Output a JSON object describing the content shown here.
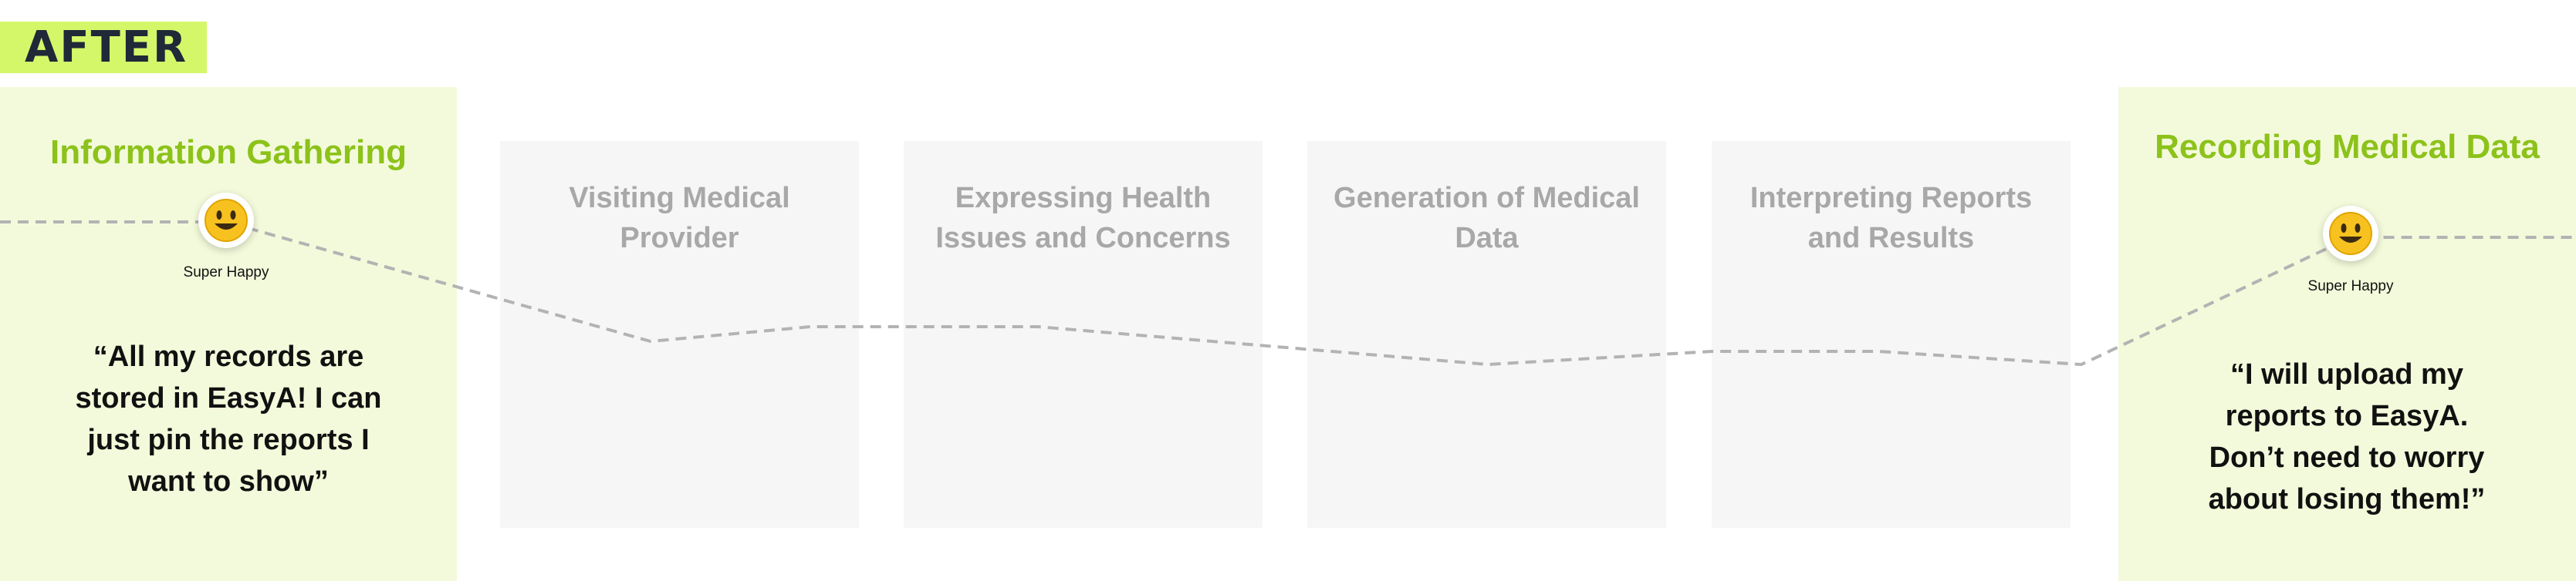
{
  "header": {
    "tag": "AFTER"
  },
  "left_panel": {
    "title": "Information Gathering",
    "emotion_label": "Super Happy",
    "emotion_icon": "smiling-face-icon",
    "quote_lines": [
      "“All my records are",
      "stored in EasyA! I can",
      "just pin the reports I",
      "want to show”"
    ]
  },
  "stages": [
    {
      "title_lines": [
        "Visiting Medical",
        "Provider"
      ]
    },
    {
      "title_lines": [
        "Expressing Health",
        "Issues and Concerns"
      ]
    },
    {
      "title_lines": [
        "Generation of Medical",
        "Data"
      ]
    },
    {
      "title_lines": [
        "Interpreting Reports",
        "and Results"
      ]
    }
  ],
  "right_panel": {
    "title": "Recording Medical Data",
    "emotion_label": "Super Happy",
    "emotion_icon": "smiling-face-icon",
    "quote_lines": [
      "“I will upload my",
      "reports to EasyA.",
      "Don’t need to worry",
      "about losing them!”"
    ]
  },
  "colors": {
    "tag_bg": "#d4f76a",
    "panel_bg": "#f3fadb",
    "accent": "#8cc21a",
    "stage_bg": "#f6f6f6",
    "stage_text": "#a8a8a8",
    "line": "#b3b3b3",
    "emoji_yellow": "#f7c21f"
  }
}
